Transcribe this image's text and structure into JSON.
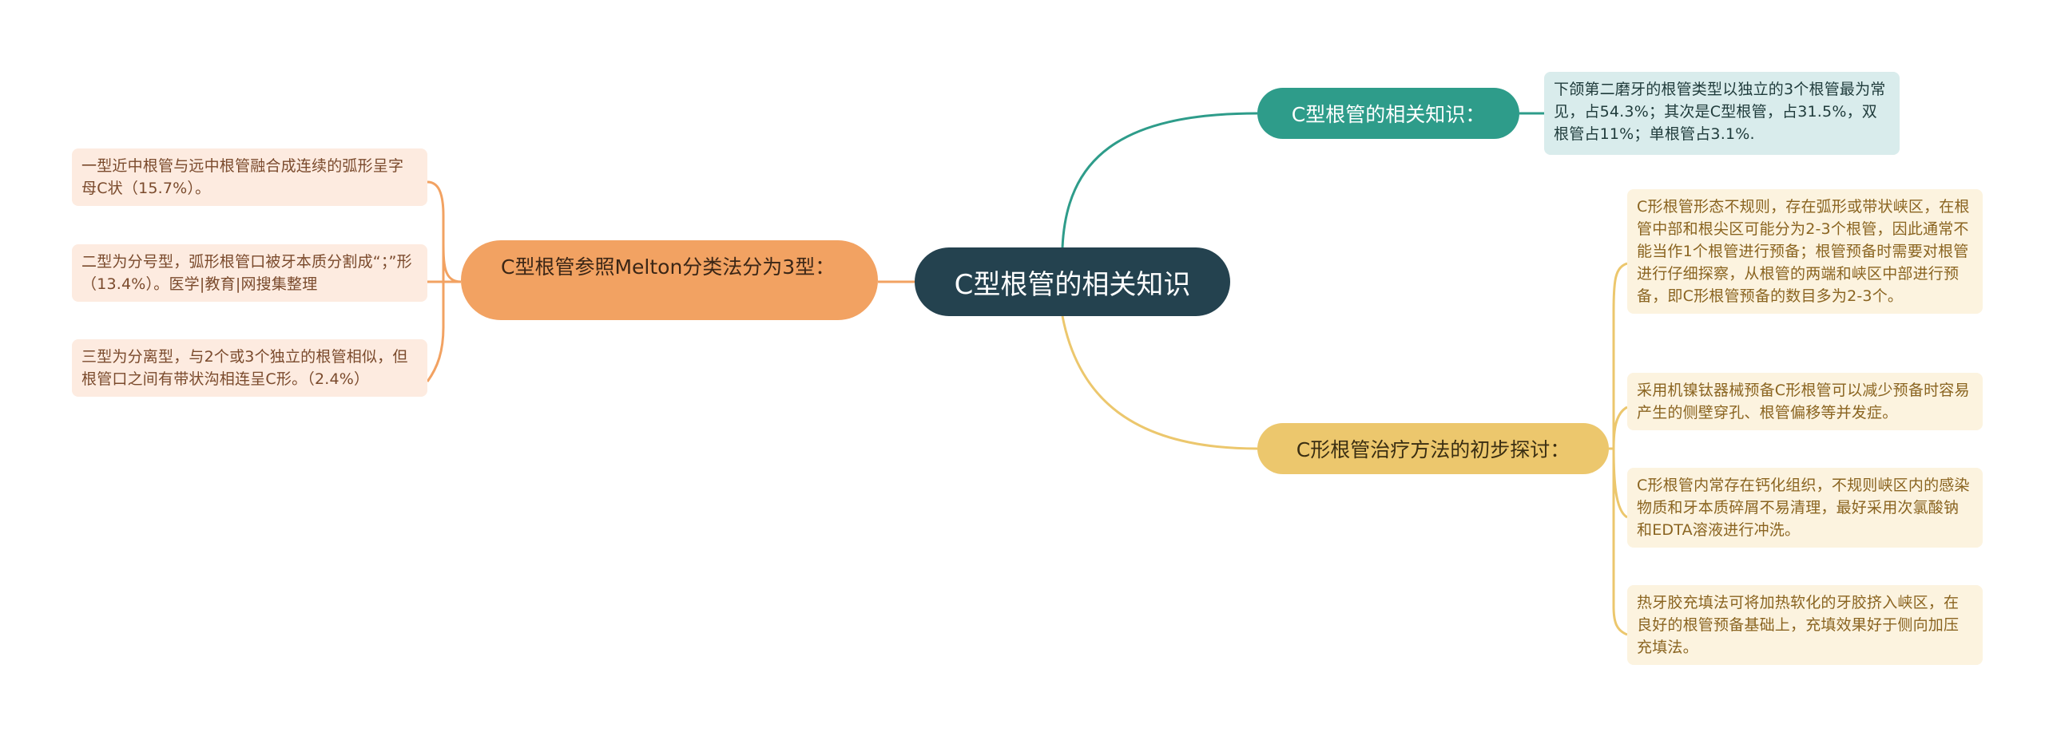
{
  "root": {
    "label": "C型根管的相关知识"
  },
  "branches": {
    "left": {
      "label": "C型根管参照Melton分类法分为3型：",
      "leaves": [
        "一型近中根管与远中根管融合成连续的弧形呈字母C状（15.7%）。",
        "二型为分号型，弧形根管口被牙本质分割成“；”形（13.4%）。医学|教育|网搜集整理",
        "三型为分离型，与2个或3个独立的根管相似，但根管口之间有带状沟相连呈C形。（2.4%）"
      ]
    },
    "top": {
      "label": "C型根管的相关知识：",
      "leaves": [
        "下颌第二磨牙的根管类型以独立的3个根管最为常见，占54.3%；其次是C型根管，占31.5%，双根管占11%；单根管占3.1%."
      ]
    },
    "bottom": {
      "label": "C形根管治疗方法的初步探讨：",
      "leaves": [
        "C形根管形态不规则，存在弧形或带状峡区，在根管中部和根尖区可能分为2-3个根管，因此通常不能当作1个根管进行预备；根管预备时需要对根管进行仔细探察，从根管的两端和峡区中部进行预备，即C形根管预备的数目多为2-3个。",
        "采用机镍钛器械预备C形根管可以减少预备时容易产生的侧壁穿孔、根管偏移等并发症。",
        "C形根管内常存在钙化组织，不规则峡区内的感染物质和牙本质碎屑不易清理，最好采用次氯酸钠和EDTA溶液进行冲洗。",
        "热牙胶充填法可将加热软化的牙胶挤入峡区，在良好的根管预备基础上，充填效果好于侧向加压充填法。"
      ]
    }
  },
  "colors": {
    "root": "#24424f",
    "left_branch": "#f2a262",
    "left_leaf": "#fdebe0",
    "top_branch": "#2e9c8a",
    "top_leaf": "#d9ecec",
    "bottom_branch": "#ecc76d",
    "bottom_leaf": "#fcf3df"
  }
}
